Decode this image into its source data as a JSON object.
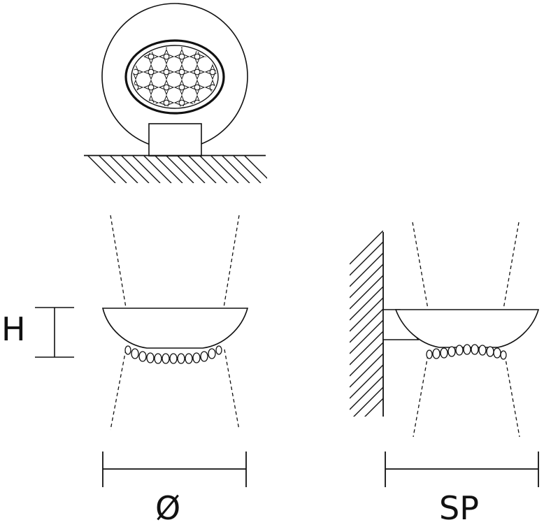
{
  "labels": {
    "height": "H",
    "diameter": "Ø",
    "projection": "SP"
  },
  "colors": {
    "line": "#111111",
    "background": "#ffffff"
  }
}
